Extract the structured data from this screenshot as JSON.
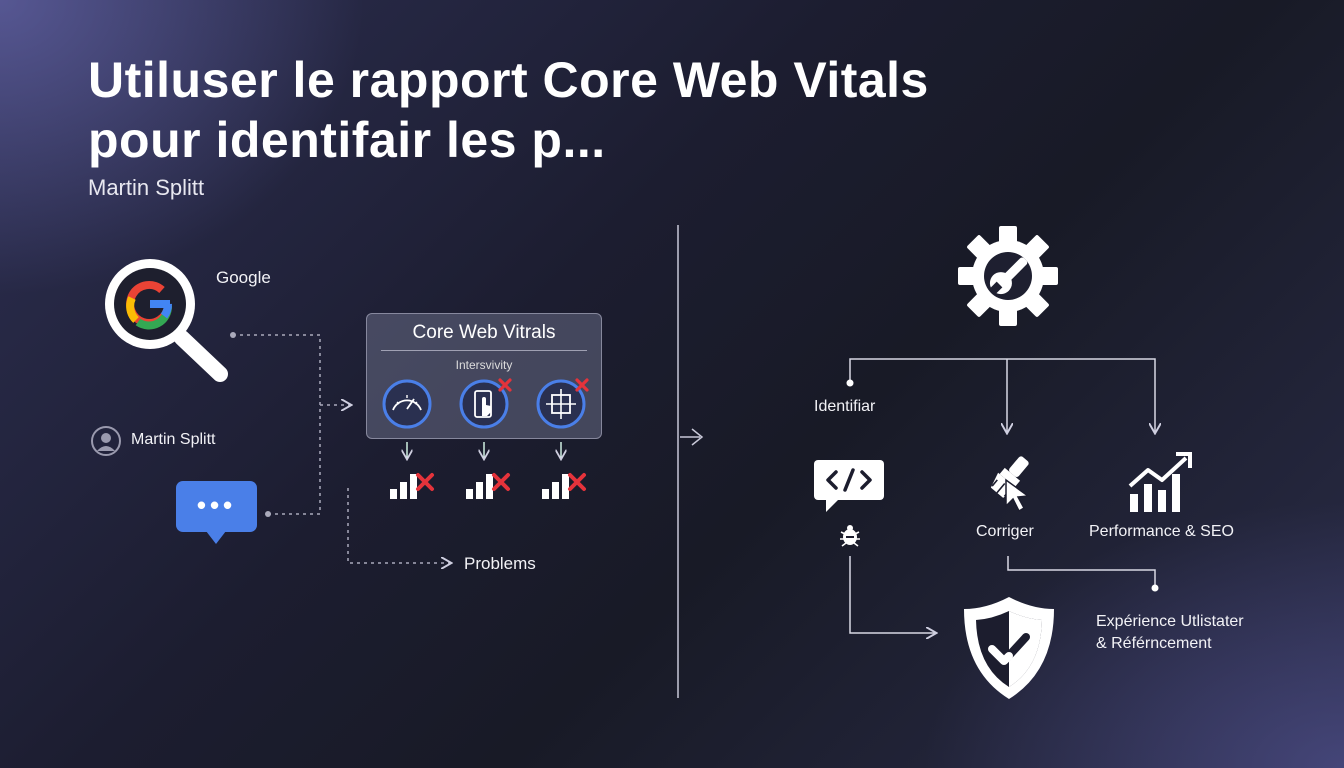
{
  "title_line1": "Utiluser le rapport Core Web Vitals",
  "title_line2": "pour identifair les p...",
  "author": "Martin Splitt",
  "left": {
    "google_label": "Google",
    "person_label": "Martin Splitt",
    "problems_label": "Problems",
    "cwv_title": "Core Web Vitrals",
    "cwv_subtitle": "Intersvivity"
  },
  "right": {
    "identify_label": "Identifiar",
    "fix_label": "Corriger",
    "perf_label": "Performance & SEO",
    "ux_line1": "Expérience Utlistater",
    "ux_line2": "& Référncement"
  },
  "colors": {
    "google_blue": "#4285F4",
    "google_red": "#EA4335",
    "google_yellow": "#FBBC05",
    "google_green": "#34A853",
    "accent_blue": "#4a7fe8",
    "error_red": "#e5333b"
  },
  "icons": [
    "magnifier-google-icon",
    "person-icon",
    "chat-bubble-icon",
    "gauge-icon",
    "touch-phone-icon",
    "crosshair-icon",
    "bar-chart-error-icon",
    "gear-wrench-icon",
    "code-icon",
    "bug-icon",
    "brush-cursor-icon",
    "trend-up-chart-icon",
    "shield-check-icon"
  ]
}
